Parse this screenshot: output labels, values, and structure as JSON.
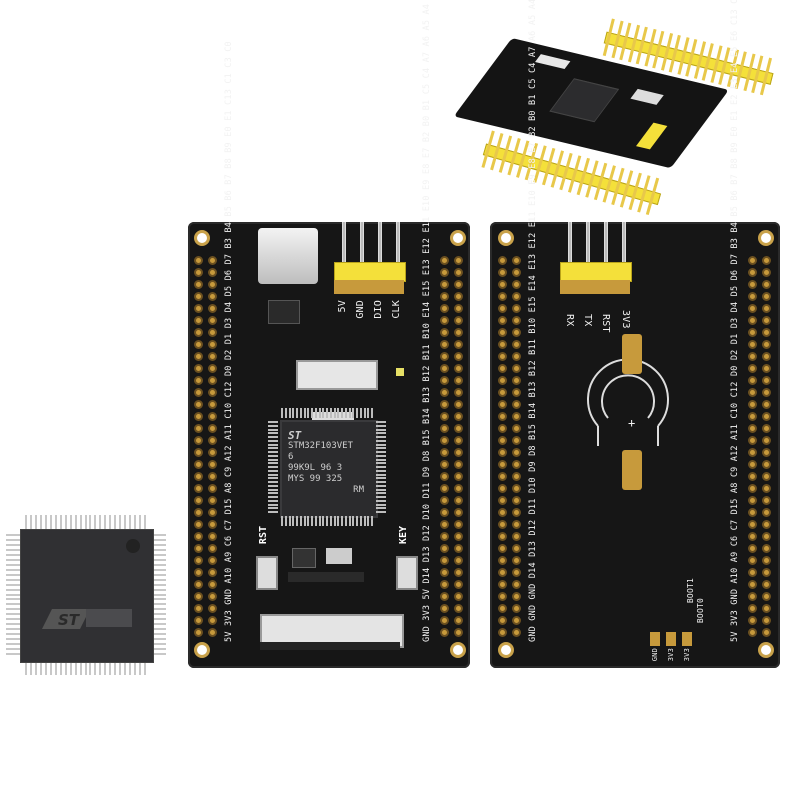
{
  "front_board": {
    "chip_logo": "ST",
    "chip_part": "STM32F103VET",
    "chip_code1": "6",
    "chip_code2": "99K9L 96 3",
    "chip_code3": "MYS 99 325",
    "chip_code4": "RM",
    "header_labels": [
      "5V",
      "GND",
      "DIO",
      "CLK"
    ],
    "button_rst": "RST",
    "button_key": "KEY",
    "left_pins": [
      "5V",
      "3V3",
      "GND",
      "A10",
      "A9",
      "C6",
      "C7",
      "D15",
      "A8",
      "C9",
      "A12",
      "A11",
      "C10",
      "C12",
      "D0",
      "D2",
      "D1",
      "D3",
      "D4",
      "D5",
      "D6",
      "D7",
      "B3",
      "B4",
      "B5",
      "B6",
      "B7",
      "B8",
      "B9",
      "E0",
      "E1",
      "C13",
      "C1",
      "C3",
      "C0"
    ],
    "right_pins": [
      "GND",
      "3V3",
      "5V",
      "D14",
      "D13",
      "D12",
      "D10",
      "D11",
      "D9",
      "D8",
      "B15",
      "B14",
      "B13",
      "B12",
      "B11",
      "B10",
      "E14",
      "E15",
      "E13",
      "E12",
      "E11",
      "E10",
      "E9",
      "E8",
      "E7",
      "B2",
      "B0",
      "B1",
      "C5",
      "C4",
      "A7",
      "A6",
      "A5",
      "A4",
      "A3",
      "A2",
      "A1",
      "A0",
      "C2"
    ]
  },
  "back_board": {
    "header_labels": [
      "3V3",
      "RST",
      "TX",
      "RX"
    ],
    "boot_labels": [
      "BOOT1",
      "BOOT0"
    ],
    "jumper_labels": [
      "GND",
      "3V3",
      "3V3"
    ],
    "battery_plus": "+",
    "left_pins": [
      "GND",
      "GND",
      "GND",
      "D14",
      "D13",
      "D12",
      "D11",
      "D10",
      "D9",
      "D8",
      "B15",
      "B14",
      "B13",
      "B12",
      "B11",
      "B10",
      "E15",
      "E14",
      "E13",
      "E12",
      "E11",
      "E10",
      "E9",
      "E8",
      "E7",
      "B2",
      "B0",
      "B1",
      "C5",
      "C4",
      "A7",
      "A6",
      "A5",
      "A4",
      "A3",
      "A2",
      "A1",
      "A0",
      "C2"
    ],
    "right_pins": [
      "5V",
      "3V3",
      "GND",
      "A10",
      "A9",
      "C6",
      "C7",
      "D15",
      "A8",
      "C9",
      "A12",
      "A11",
      "C10",
      "C12",
      "D0",
      "D2",
      "D1",
      "D3",
      "D4",
      "D5",
      "D6",
      "D7",
      "B3",
      "B4",
      "B5",
      "B6",
      "B7",
      "B8",
      "B9",
      "E0",
      "E1",
      "E2",
      "E3",
      "E4",
      "E5",
      "E6",
      "C13",
      "C0"
    ]
  },
  "loose_chip": {
    "logo": "ST"
  },
  "colors": {
    "pcb": "#161616",
    "pad": "#c79a3c",
    "header_plastic": "#f4e03a",
    "silkscreen": "#f2f2f2"
  }
}
